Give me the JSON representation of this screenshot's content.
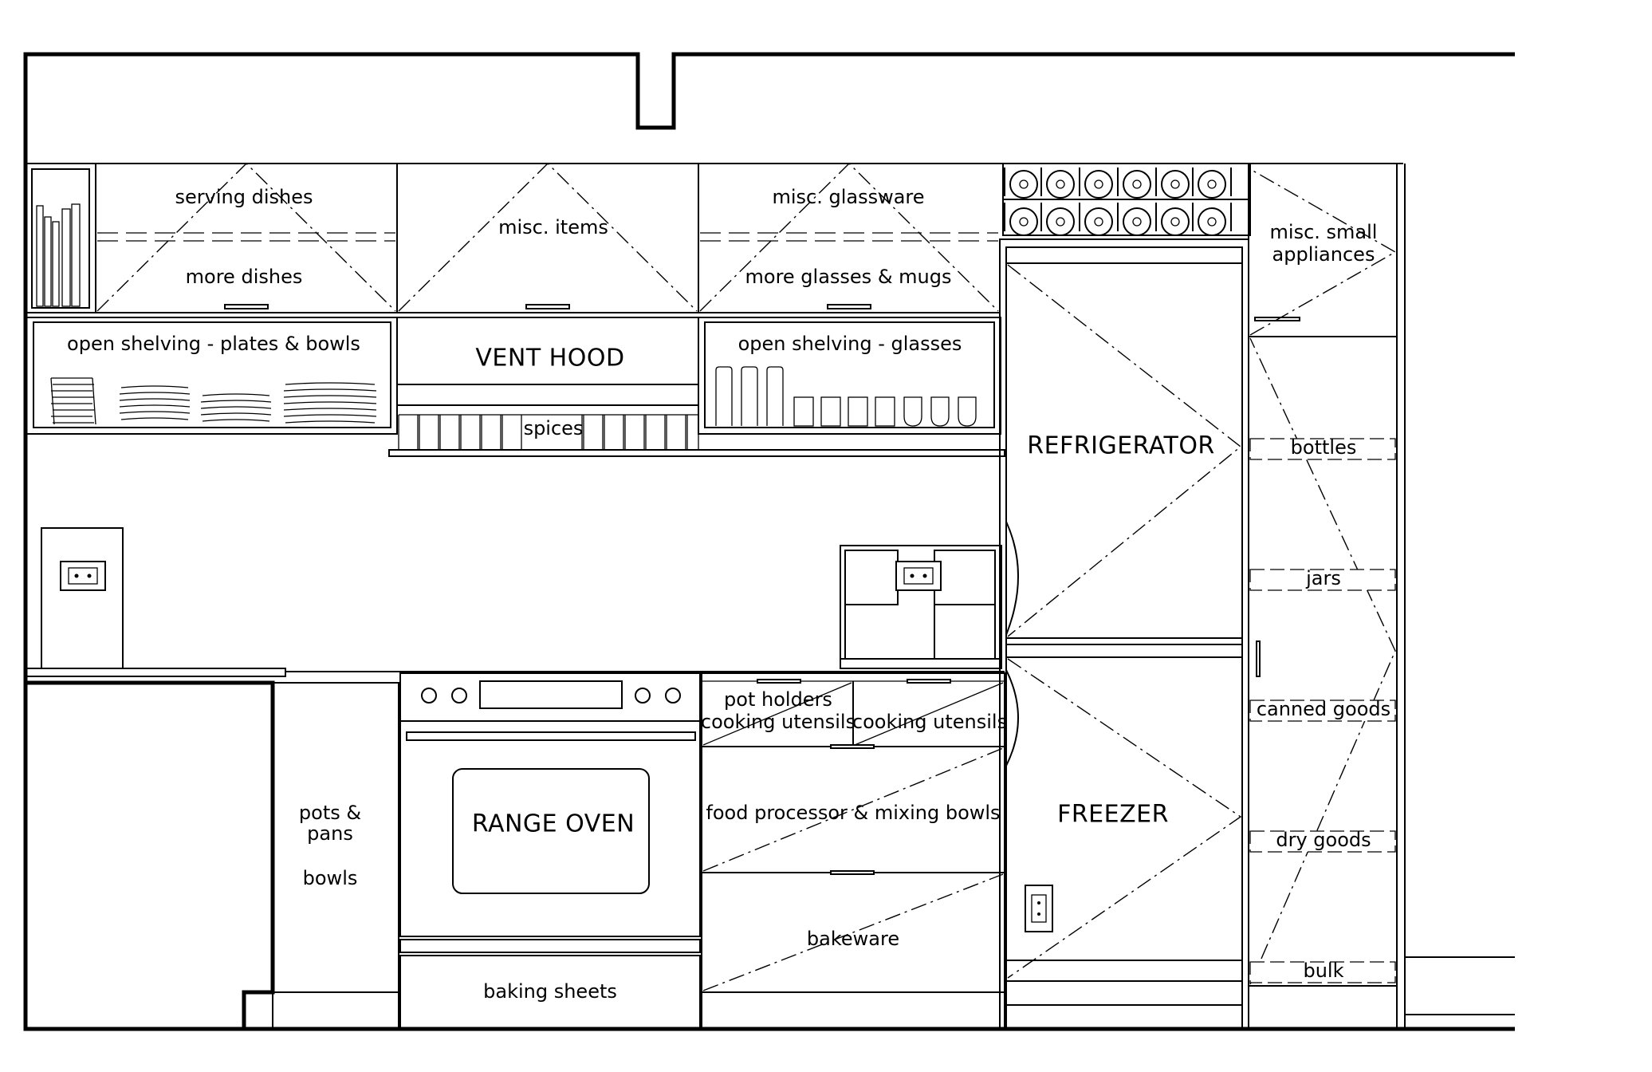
{
  "upper_cabinets": {
    "left": {
      "top_label": "serving dishes",
      "bottom_label": "more dishes"
    },
    "center": {
      "label": "misc. items"
    },
    "right": {
      "top_label": "misc. glassware",
      "bottom_label": "more glasses & mugs"
    }
  },
  "open_shelves": {
    "left": "open shelving - plates & bowls",
    "right": "open shelving - glasses"
  },
  "vent_hood": "VENT HOOD",
  "spice_rack": "spices",
  "appliances": {
    "refrigerator": "REFRIGERATOR",
    "freezer": "FREEZER",
    "range_oven": "RANGE OVEN"
  },
  "pantry": {
    "top_label": "misc. small appliances",
    "shelves": [
      "bottles",
      "jars",
      "canned goods",
      "dry goods",
      "bulk"
    ]
  },
  "lower_cabinets": {
    "pots_pans": "pots & pans",
    "bowls": "bowls",
    "baking_sheets": "baking sheets",
    "drawer_left_line1": "pot holders",
    "drawer_left_line2": "cooking utensils",
    "drawer_right": "cooking utensils",
    "middle_drawer": "food processor & mixing bowls",
    "bottom_drawer": "bakeware"
  }
}
